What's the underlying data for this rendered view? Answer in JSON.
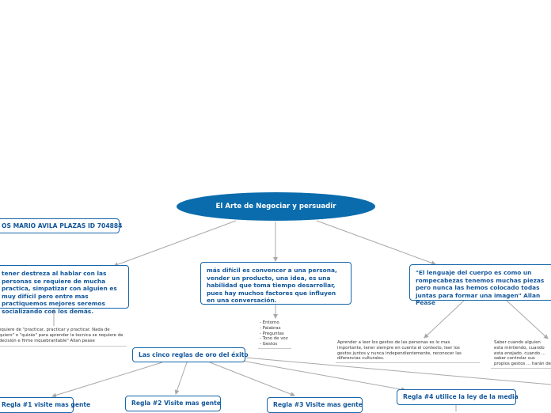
{
  "root": {
    "label": "El Arte de Negociar y persuadir"
  },
  "author_node": {
    "label": "OS MARIO AVILA PLAZAS ID 704884"
  },
  "left_node": {
    "text": "tener destreza al hablar con las personas se requiere de mucha practica, simpatizar con alguien es muy difícil pero entre mas practiquemos mejores seremos socializando con los demás."
  },
  "left_note": {
    "text": "requiere de \"practicar, practicar y practicar. Nada de \"quiero\" o \"quizás\" para aprender la tecnica se requiere de \"decisión e firme inquebrantable\" Allan pease"
  },
  "center_node": {
    "text": "más difícil es convencer a una persona, vender un producto, una idea, es una habilidad que toma tiempo desarrollar, pues hay muchos factores que influyen en una conversación."
  },
  "center_note": {
    "items": [
      "- Entorno",
      "- Palabras",
      "- Preguntas",
      "- Tono de voz",
      "- Gestos"
    ]
  },
  "right_node": {
    "text": "\"El lenguaje del cuerpo es como un rompecabezas tenemos muchas piezas pero nunca las hemos colocado todas juntas para formar una imagen\" Allan Pease"
  },
  "right_note_1": {
    "text": "Aprender a leer los gestos de las personas es lo mas importante, tener siempre en cuenta el contexto, leer los gestos juntos y nunca independientemente, reconocer las diferencias culturales."
  },
  "right_note_2": {
    "text": "Saber cuando alguien esta mintiendo, cuando esta enojado, cuando ... saber controlar sus propios gestos ... harán de cada persona el ... idea."
  },
  "rules_node": {
    "label": "Las cinco reglas de oro del éxito"
  },
  "rules": [
    {
      "label": "Regla #1 visite mas gente"
    },
    {
      "label": "Regla #2 Visite mas gente"
    },
    {
      "label": "Regla #3 Visite mas gente"
    },
    {
      "label": "Regla #4 utilice la ley de la media"
    }
  ],
  "colors": {
    "node_border": "#1565a8",
    "node_text": "#11569a",
    "root_fill": "#0a6cac",
    "connector": "#a9a9a9"
  }
}
